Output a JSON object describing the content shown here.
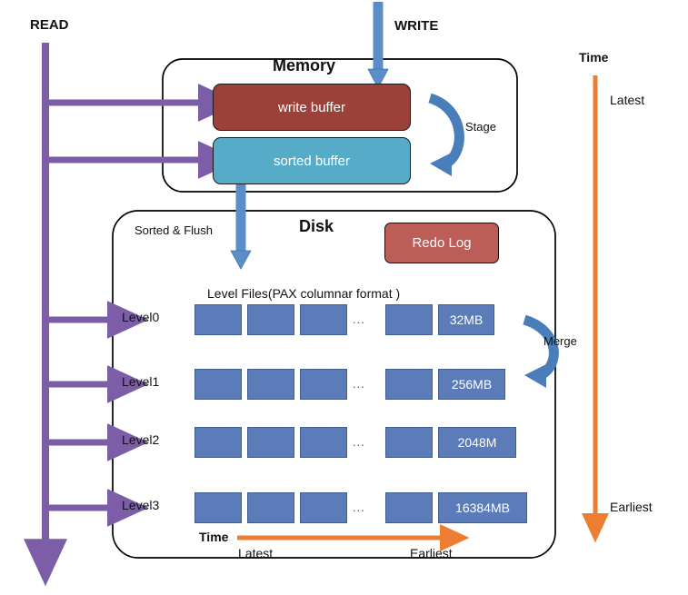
{
  "diagram": {
    "title_memory": "Memory",
    "title_disk": "Disk",
    "read_label": "READ",
    "write_label": "WRITE",
    "stage_label": "Stage",
    "merge_label": "Merge",
    "sorted_flush_label": "Sorted & Flush",
    "level_files_caption": "Level Files(PAX columnar format )",
    "redo_log_label": "Redo Log",
    "buffers": [
      {
        "name": "write-buffer",
        "label": "write buffer",
        "color": "#9C403A"
      },
      {
        "name": "sorted-buffer",
        "label": "sorted buffer",
        "color": "#56ACC8"
      }
    ],
    "levels": [
      {
        "name": "Level0",
        "size": "32MB",
        "file_count": 4,
        "ellipsis": "..."
      },
      {
        "name": "Level1",
        "size": "256MB",
        "file_count": 4,
        "ellipsis": "..."
      },
      {
        "name": "Level2",
        "size": "2048M",
        "file_count": 4,
        "ellipsis": "..."
      },
      {
        "name": "Level3",
        "size": "16384MB",
        "file_count": 4,
        "ellipsis": "..."
      }
    ],
    "time_axis_right": {
      "title": "Time",
      "top_label": "Latest",
      "bottom_label": "Earliest"
    },
    "time_axis_bottom": {
      "title": "Time",
      "start_label": "Latest",
      "end_label": "Earliest"
    },
    "colors": {
      "read_arrow": "#7B5EA7",
      "write_arrow": "#5B8DC8",
      "time_arrow": "#ED7D31",
      "level_block": "#5B7CB8",
      "write_buffer": "#9C403A",
      "sorted_buffer": "#56ACC8",
      "redo_log": "#BC5D58",
      "container_border": "#000000"
    }
  }
}
